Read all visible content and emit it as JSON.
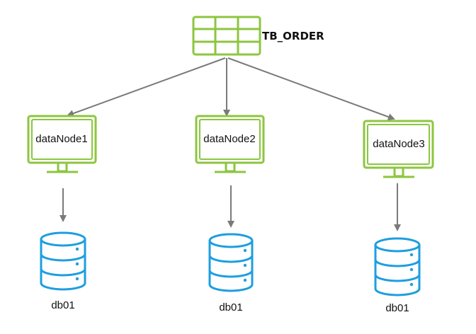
{
  "table": {
    "name": "TB_ORDER"
  },
  "nodes": [
    {
      "label": "dataNode1",
      "db": "db01"
    },
    {
      "label": "dataNode2",
      "db": "db01"
    },
    {
      "label": "dataNode3",
      "db": "db01"
    }
  ],
  "colors": {
    "green": "#8cc63f",
    "blue": "#1e9ee0",
    "arrow": "#7a7a7a"
  },
  "icons": [
    "table-icon",
    "monitor-icon",
    "database-icon"
  ]
}
